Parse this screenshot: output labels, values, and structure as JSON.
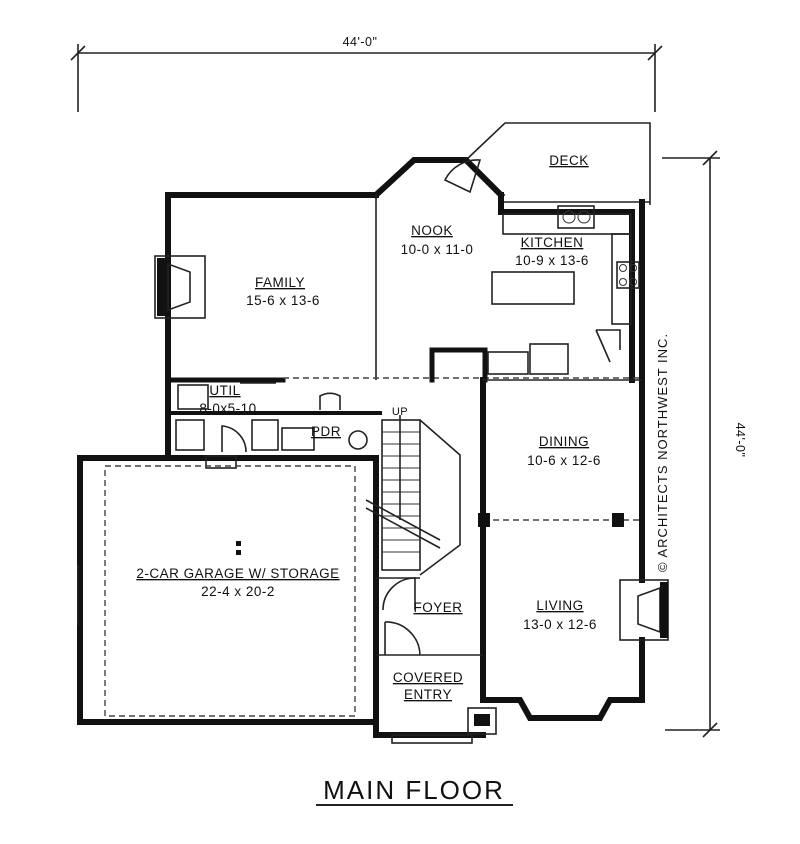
{
  "dimensions": {
    "width": "44'-0\"",
    "depth": "44'-0\""
  },
  "rooms": {
    "deck": {
      "name": "DECK"
    },
    "nook": {
      "name": "NOOK",
      "size": "10-0 x 11-0"
    },
    "kitchen": {
      "name": "KITCHEN",
      "size": "10-9 x 13-6"
    },
    "family": {
      "name": "FAMILY",
      "size": "15-6 x 13-6"
    },
    "util": {
      "name": "UTIL",
      "size": "8-0x5-10"
    },
    "pdr": {
      "name": "PDR"
    },
    "stair": {
      "name": "UP"
    },
    "dining": {
      "name": "DINING",
      "size": "10-6 x 12-6"
    },
    "garage": {
      "name": "2-CAR GARAGE W/ STORAGE",
      "size": "22-4 x 20-2"
    },
    "foyer": {
      "name": "FOYER"
    },
    "living": {
      "name": "LIVING",
      "size": "13-0 x 12-6"
    },
    "entry": {
      "name_line1": "COVERED",
      "name_line2": "ENTRY"
    }
  },
  "credit": "© ARCHITECTS NORTHWEST INC.",
  "title": "MAIN FLOOR"
}
